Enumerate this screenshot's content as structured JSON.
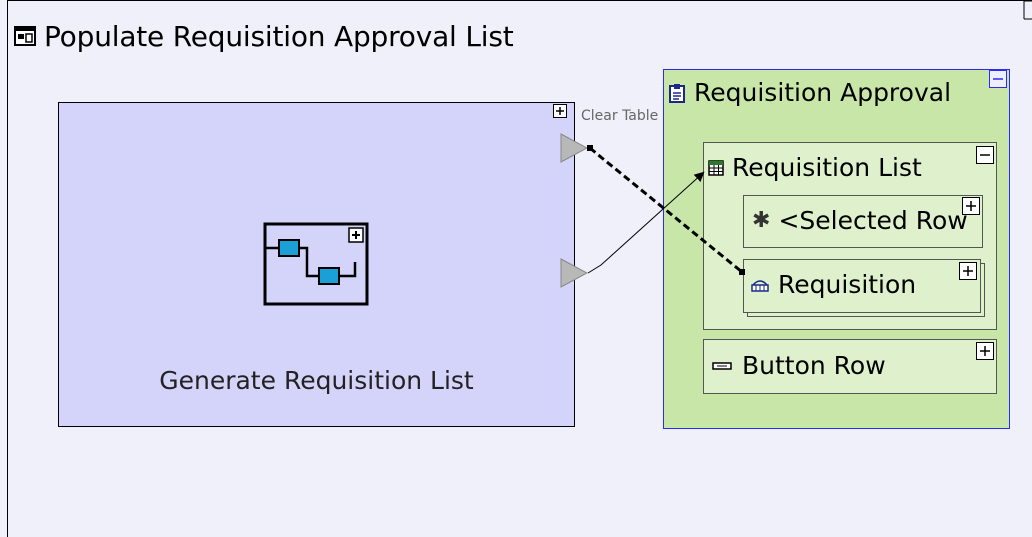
{
  "title": "Populate Requisition Approval List",
  "generate_node": {
    "label": "Generate Requisition List",
    "port_label": "Clear Table"
  },
  "approval_panel": {
    "label": "Requisition Approval",
    "list": {
      "label": "Requisition List",
      "selected_row": "<Selected Row",
      "requisition": "Requisition"
    },
    "button_row": "Button Row"
  },
  "colors": {
    "canvas": "#f0f0fa",
    "generate_fill": "#d4d4fb",
    "panel_fill": "#c8e6a8",
    "panel_border": "#2a2aff",
    "inner_fill": "#dff1cc",
    "subprocess_node": "#1aa0d6"
  }
}
